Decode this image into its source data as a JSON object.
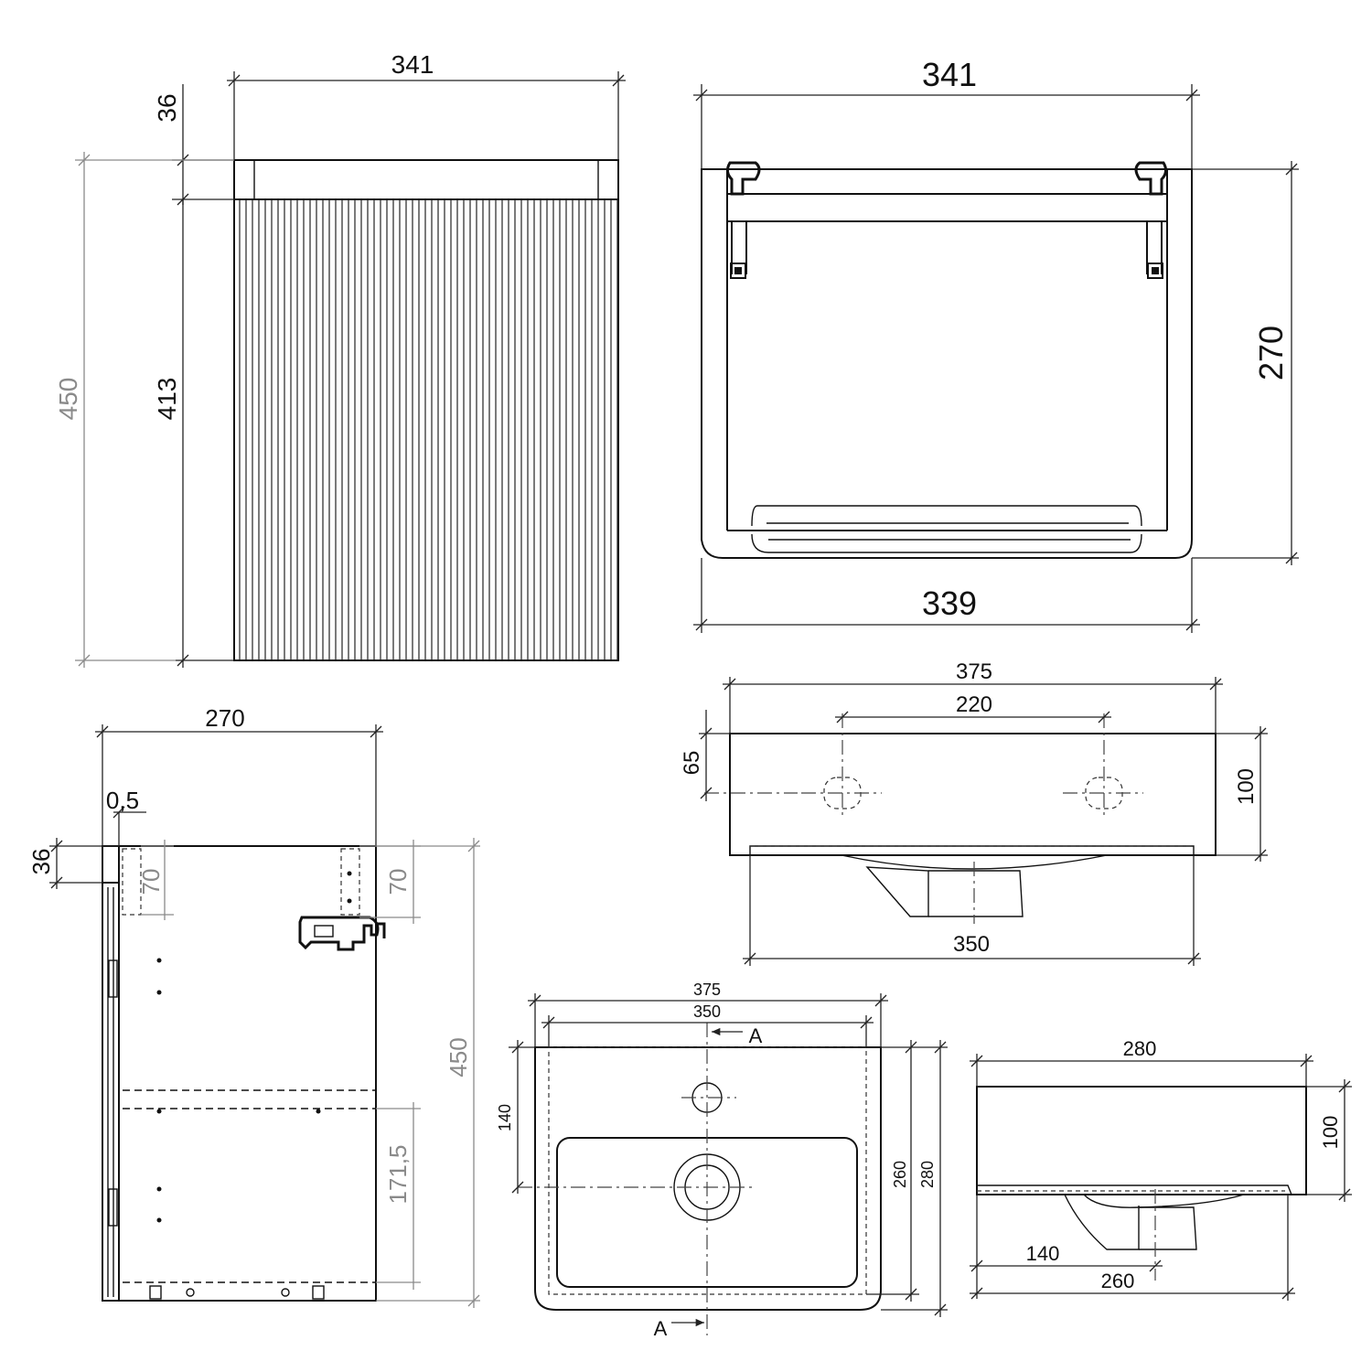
{
  "front_view": {
    "width": "341",
    "top_height": "36",
    "door_height": "413",
    "total_height": "450"
  },
  "back_view": {
    "top_width": "341",
    "height": "270",
    "bottom_width": "339"
  },
  "side_view": {
    "depth": "270",
    "gap": "0,5",
    "top_height": "36",
    "dim_70_left": "70",
    "dim_70_right": "70",
    "height": "450",
    "shelf_height": "171,5"
  },
  "basin_front": {
    "width": "375",
    "tap_spacing": "220",
    "hole_offset": "65",
    "height": "100",
    "lower_width": "350"
  },
  "basin_top": {
    "outer_width": "375",
    "inner_width": "350",
    "section_mark_top": "A",
    "section_mark_bottom": "A",
    "hole_offset": "140",
    "inner_depth": "260",
    "outer_depth": "280"
  },
  "basin_section": {
    "depth": "280",
    "height": "100",
    "drain_offset": "140",
    "bottom_depth": "260"
  }
}
